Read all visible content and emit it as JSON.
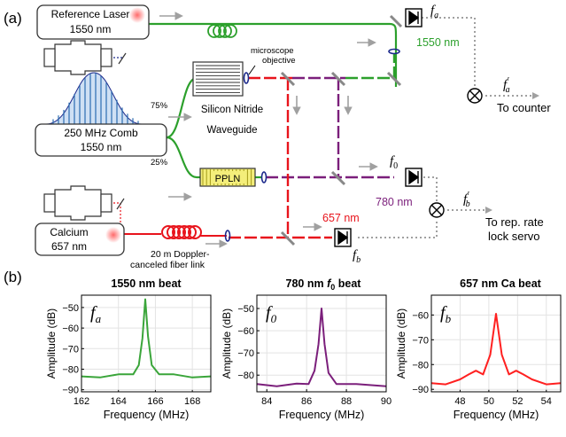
{
  "panel_a": {
    "label": "(a)",
    "reference_laser": [
      "Reference Laser",
      "1550 nm"
    ],
    "comb": [
      "250 MHz Comb",
      "1550 nm"
    ],
    "calcium": [
      "Calcium",
      "657 nm"
    ],
    "split_top": "75%",
    "split_bottom": "25%",
    "waveguide": [
      "Silicon Nitride",
      "Waveguide"
    ],
    "objective": [
      "microscope",
      "objective"
    ],
    "ppln": "PPLN",
    "fiber_link": [
      "20 m Doppler-",
      "canceled fiber link"
    ],
    "wl_1550": "1550 nm",
    "wl_780": "780 nm",
    "wl_657": "657 nm",
    "fa": "f",
    "fa_sub": "a",
    "f0": "f",
    "f0_sub": "0",
    "fb": "f",
    "fb_sub": "b",
    "fa_prime_sub": "a",
    "fb_prime_sub": "b",
    "prime": "′",
    "to_counter": "To counter",
    "to_servo": [
      "To rep. rate",
      "lock servo"
    ],
    "colors": {
      "green": "#2ca02c",
      "purple": "#7b1f7b",
      "red": "#e8141c",
      "gray": "#a0a0a0"
    }
  },
  "panel_b": {
    "label": "(b)",
    "xlabel": "Frequency (MHz)",
    "ylabel": "Amplitude (dB)"
  },
  "chart_data": [
    {
      "type": "line",
      "title": "1550 nm beat",
      "inset_label": "f",
      "inset_sub": "a",
      "color": "#3aa53a",
      "xlabel": "Frequency (MHz)",
      "ylabel": "Amplitude (dB)",
      "xlim": [
        162,
        169
      ],
      "ylim": [
        -91,
        -44
      ],
      "xticks": [
        162,
        164,
        166,
        168
      ],
      "yticks": [
        -90,
        -80,
        -70,
        -60,
        -50
      ],
      "x": [
        162,
        163,
        164,
        164.8,
        165.1,
        165.3,
        165.45,
        165.6,
        165.8,
        166.2,
        167,
        168,
        169
      ],
      "y": [
        -84,
        -83.5,
        -83,
        -82,
        -78,
        -65,
        -46,
        -64,
        -78,
        -82,
        -83,
        -83.5,
        -84
      ]
    },
    {
      "type": "line",
      "title": "780 nm f0 beat",
      "title_main": "780 nm ",
      "title_sym": "f",
      "title_sub": "0",
      "title_rest": " beat",
      "inset_label": "f",
      "inset_sub": "0",
      "color": "#7b1f7b",
      "xlabel": "Frequency (MHz)",
      "ylabel": "Amplitude (dB)",
      "xlim": [
        83.5,
        90
      ],
      "ylim": [
        -87.5,
        -44
      ],
      "xticks": [
        84,
        86,
        88,
        90
      ],
      "yticks": [
        -80,
        -70,
        -60,
        -50
      ],
      "x": [
        83.5,
        84.5,
        85.5,
        86.1,
        86.4,
        86.6,
        86.75,
        86.9,
        87.1,
        87.5,
        88.5,
        90
      ],
      "y": [
        -84.5,
        -84.5,
        -84.3,
        -83.5,
        -78,
        -66,
        -50,
        -66,
        -79,
        -83.5,
        -84.5,
        -84.5
      ]
    },
    {
      "type": "line",
      "title": "657 nm Ca beat",
      "inset_label": "f",
      "inset_sub": "b",
      "color": "#ff2020",
      "xlabel": "Frequency (MHz)",
      "ylabel": "Amplitude (dB)",
      "xlim": [
        46,
        55
      ],
      "ylim": [
        -91,
        -52
      ],
      "xticks": [
        48,
        50,
        52,
        54
      ],
      "yticks": [
        -90,
        -80,
        -70,
        -60
      ],
      "x": [
        46,
        47,
        48,
        48.6,
        49.1,
        49.6,
        50.1,
        50.5,
        50.9,
        51.4,
        51.9,
        52.4,
        53,
        54,
        55
      ],
      "y": [
        -88,
        -87.5,
        -86.5,
        -84,
        -82.5,
        -84,
        -76,
        -59.5,
        -76,
        -84,
        -82.5,
        -84,
        -86.5,
        -87.5,
        -88
      ]
    }
  ]
}
